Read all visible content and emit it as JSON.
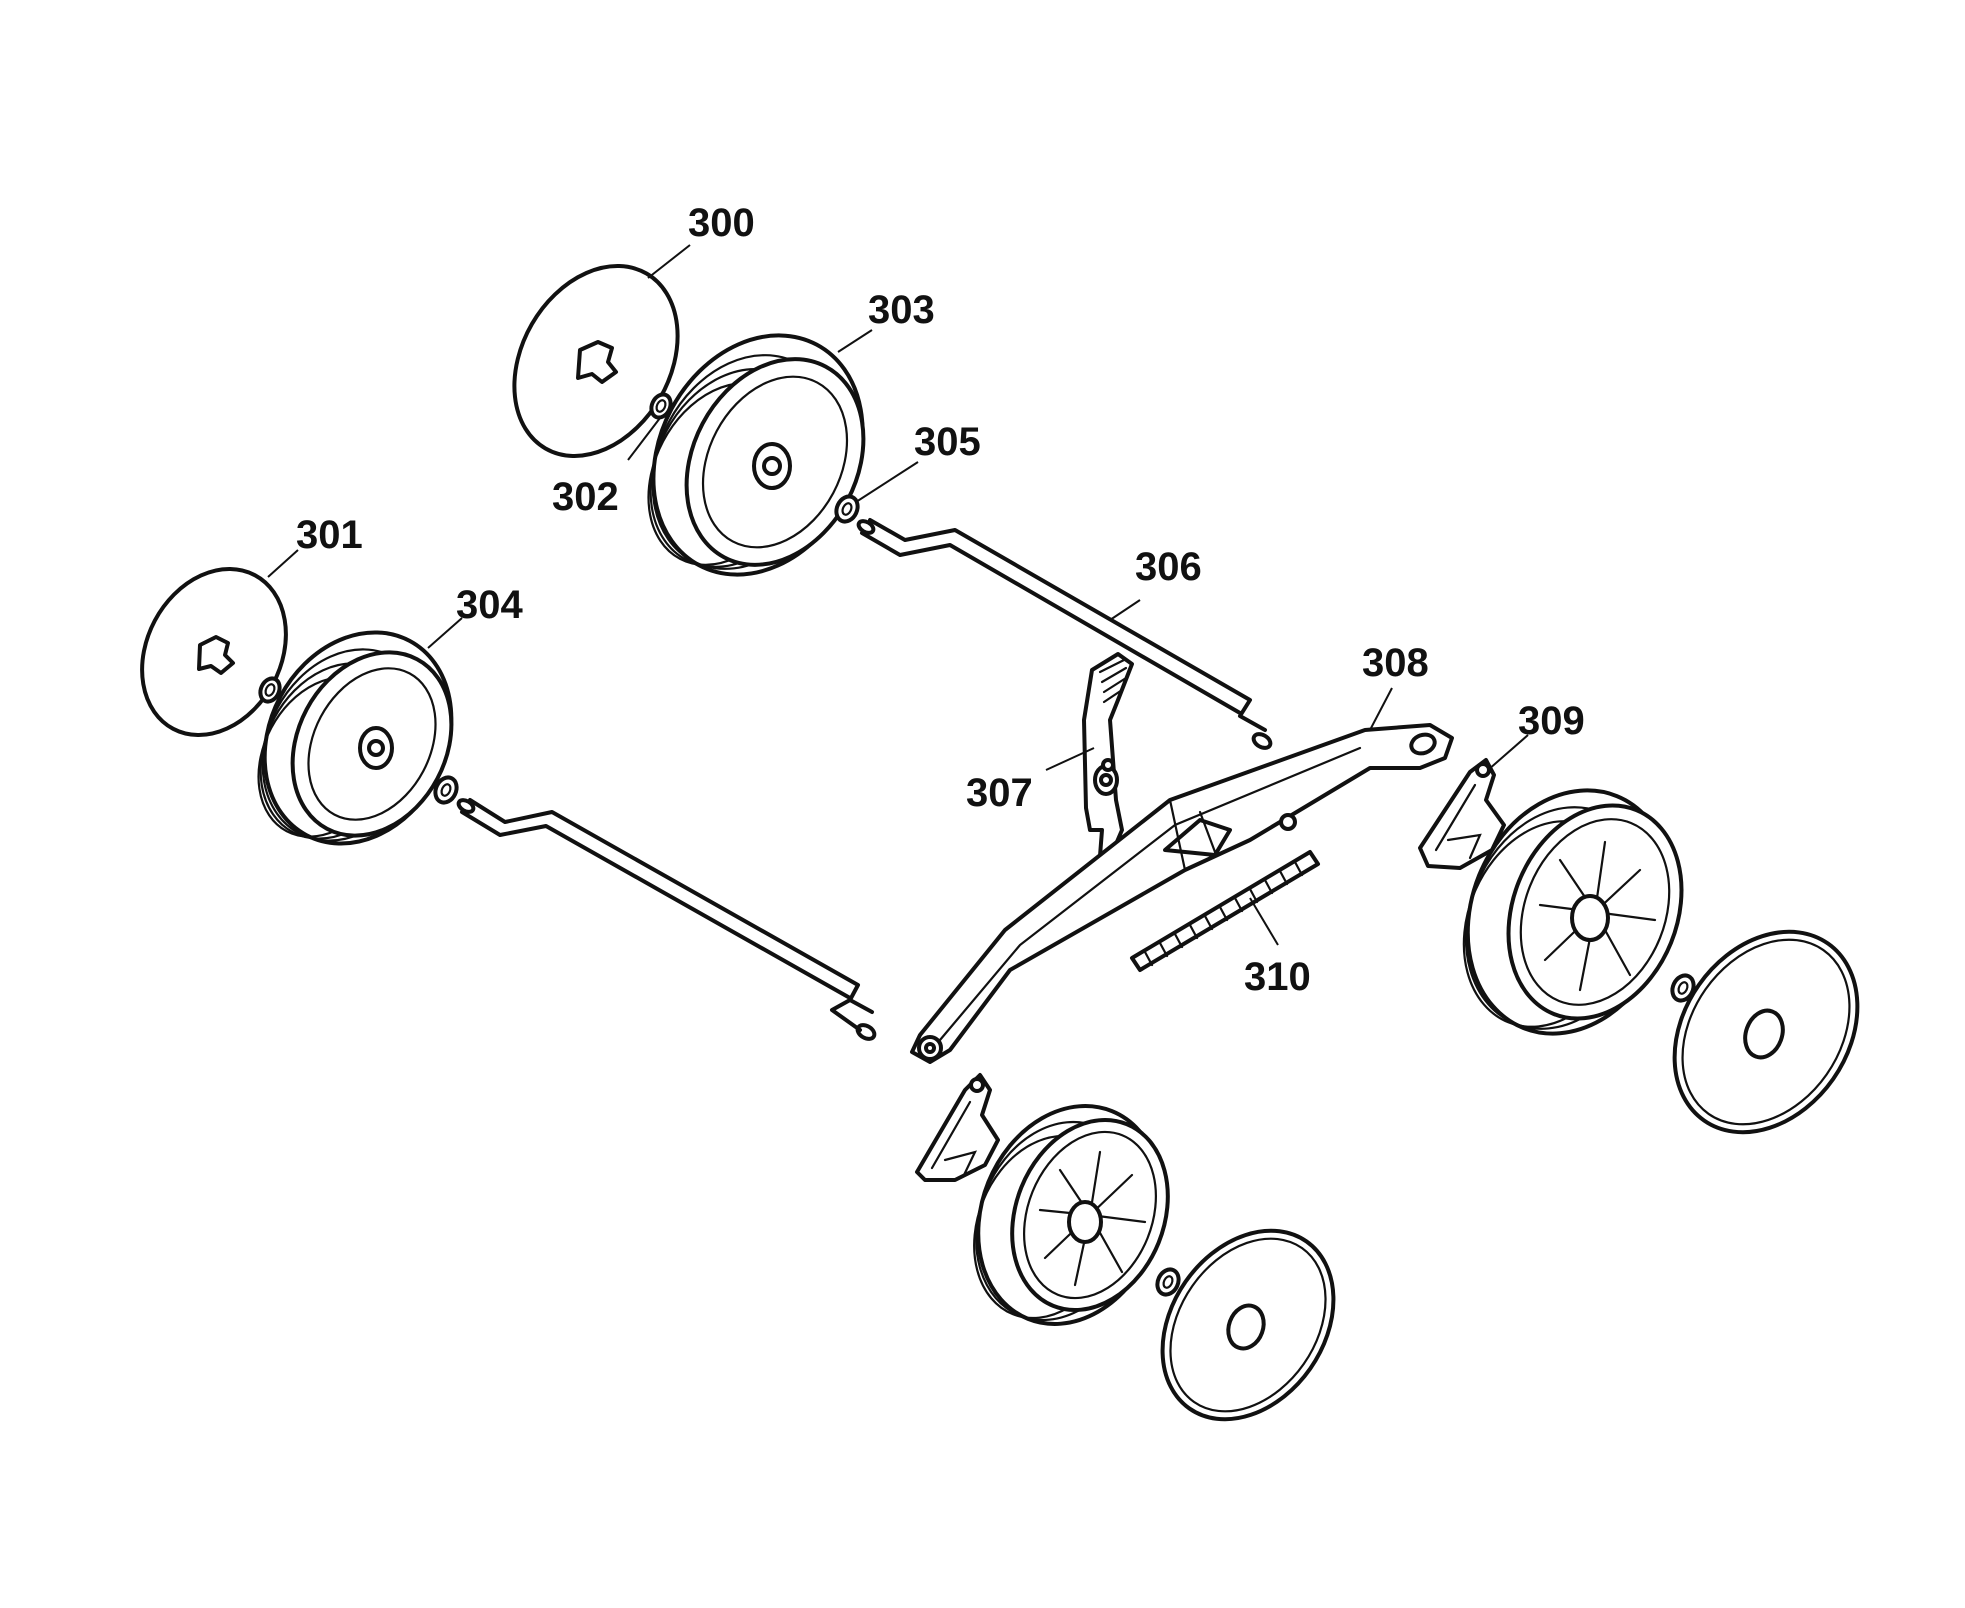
{
  "labels": {
    "p300": "300",
    "p301": "301",
    "p302": "302",
    "p303": "303",
    "p304": "304",
    "p305": "305",
    "p306": "306",
    "p307": "307",
    "p308": "308",
    "p309": "309",
    "p310": "310"
  }
}
